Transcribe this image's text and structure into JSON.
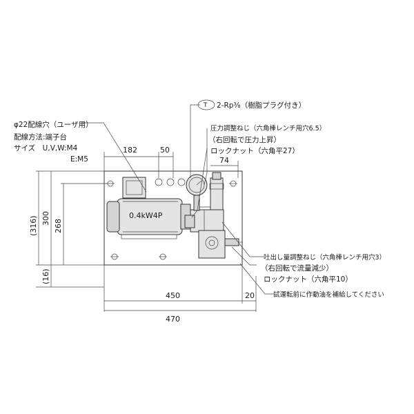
{
  "wiring_hole_label": "φ22配線穴（ユーザ用）",
  "wiring_method_label": "配線方法:端子台",
  "size_label": "サイズ　U,V,W:M4",
  "size_e_label": "E:M5",
  "plug_circle_label": "T",
  "plug_label": "2-Rp⅜（樹脂プラグ付き）",
  "pressure_screw_label": "圧力調整ねじ（六角棒レンチ用穴6.5）",
  "pressure_rotate_label": "（右回転で圧力上昇）",
  "pressure_locknut_label": "ロックナット（六角平27）",
  "discharge_screw_label": "吐出し量調整ねじ（六角棒レンチ用穴3）",
  "discharge_rotate_label": "（右回転で流量減少）",
  "discharge_locknut_label": "ロックナット（六角平10）",
  "oil_note": "試運転前に作動油を補給してください",
  "motor_label": "0.4kW4P",
  "dims": {
    "d182": "182",
    "d50": "50",
    "d74": "74",
    "d316": "(316)",
    "d300": "300",
    "d268": "268",
    "d16": "(16)",
    "d450": "450",
    "d470": "470",
    "d20": "20"
  }
}
